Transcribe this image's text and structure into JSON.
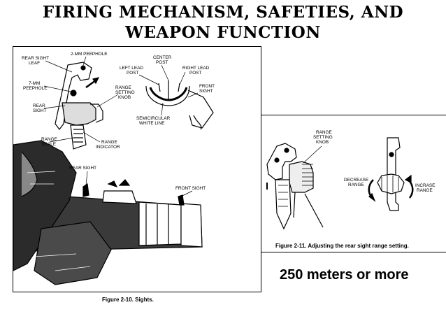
{
  "slide": {
    "title_line1": "FIRING MECHANISM, SAFETIES, AND",
    "title_line2": "WEAPON FUNCTION",
    "note": "250 meters or more"
  },
  "figure_sights": {
    "caption": "Figure 2-10. Sights.",
    "labels": {
      "rear_sight_leaf": [
        "REAR SIGHT",
        "LEAF"
      ],
      "peephole_2mm": "2-MM PEEPHOLE",
      "peephole_7mm": [
        "7-MM",
        "PEEPHOLE"
      ],
      "rear_sight": [
        "REAR",
        "SIGHT"
      ],
      "range_setting_knob": [
        "RANGE",
        "SETTING",
        "KNOB"
      ],
      "range_scale": [
        "RANGE",
        "SCALE"
      ],
      "range_indicator": [
        "RANGE",
        "INDICATOR"
      ],
      "center_post": [
        "CENTER",
        "POST"
      ],
      "left_lead_post": [
        "LEFT LEAD",
        "POST"
      ],
      "right_lead_post": [
        "RIGHT LEAD",
        "POST"
      ],
      "front_sight": [
        "FRONT",
        "SIGHT"
      ],
      "semicircular_line": [
        "SEMICIRCULAR",
        "WHITE LINE"
      ],
      "rear_sight_weapon": "REAR SIGHT",
      "front_sight_weapon": "FRONT SIGHT"
    }
  },
  "figure_range": {
    "caption": "Figure 2-11. Adjusting the rear sight range setting.",
    "labels": {
      "range_setting_knob": [
        "RANGE",
        "SETTING",
        "KNOB"
      ],
      "decrease_range": [
        "DECREASE",
        "RANGE"
      ],
      "increase_range": [
        "INCRASE",
        "RANGE"
      ]
    }
  }
}
